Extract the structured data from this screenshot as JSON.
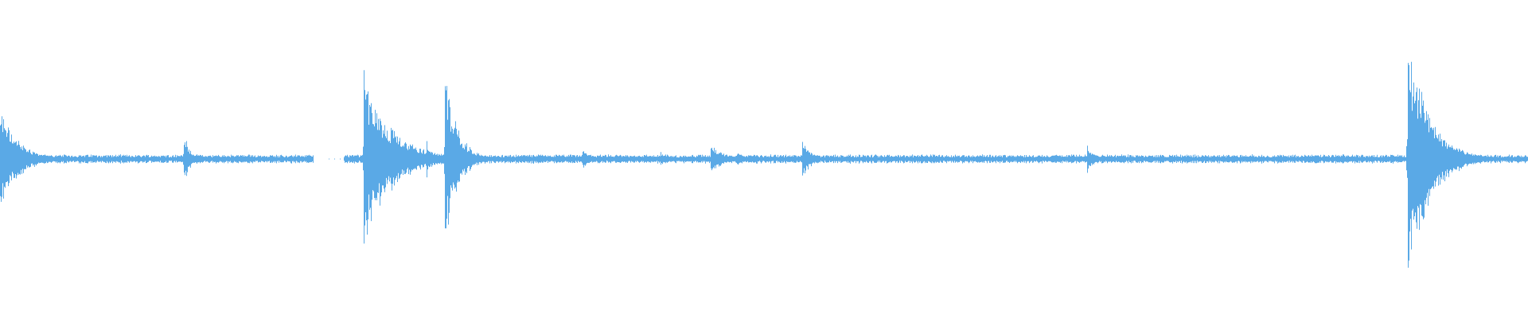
{
  "waveform": {
    "color": "#5aa9e6",
    "background": "#ffffff",
    "baseline_amplitude": 0.02,
    "duration": 1,
    "gaps": [
      {
        "start": 0.205,
        "end": 0.225
      }
    ],
    "transients": [
      {
        "t": 0.0,
        "amp": 0.32,
        "decay": 0.012
      },
      {
        "t": 0.12,
        "amp": 0.18,
        "decay": 0.004
      },
      {
        "t": 0.238,
        "amp": 0.55,
        "decay": 0.018
      },
      {
        "t": 0.279,
        "amp": 0.14,
        "decay": 0.003
      },
      {
        "t": 0.291,
        "amp": 0.58,
        "decay": 0.008
      },
      {
        "t": 0.381,
        "amp": 0.07,
        "decay": 0.004
      },
      {
        "t": 0.432,
        "amp": 0.06,
        "decay": 0.002
      },
      {
        "t": 0.465,
        "amp": 0.1,
        "decay": 0.008
      },
      {
        "t": 0.482,
        "amp": 0.06,
        "decay": 0.004
      },
      {
        "t": 0.525,
        "amp": 0.13,
        "decay": 0.006
      },
      {
        "t": 0.61,
        "amp": 0.05,
        "decay": 0.002
      },
      {
        "t": 0.711,
        "amp": 0.11,
        "decay": 0.004
      },
      {
        "t": 0.921,
        "amp": 0.82,
        "decay": 0.014
      }
    ]
  }
}
